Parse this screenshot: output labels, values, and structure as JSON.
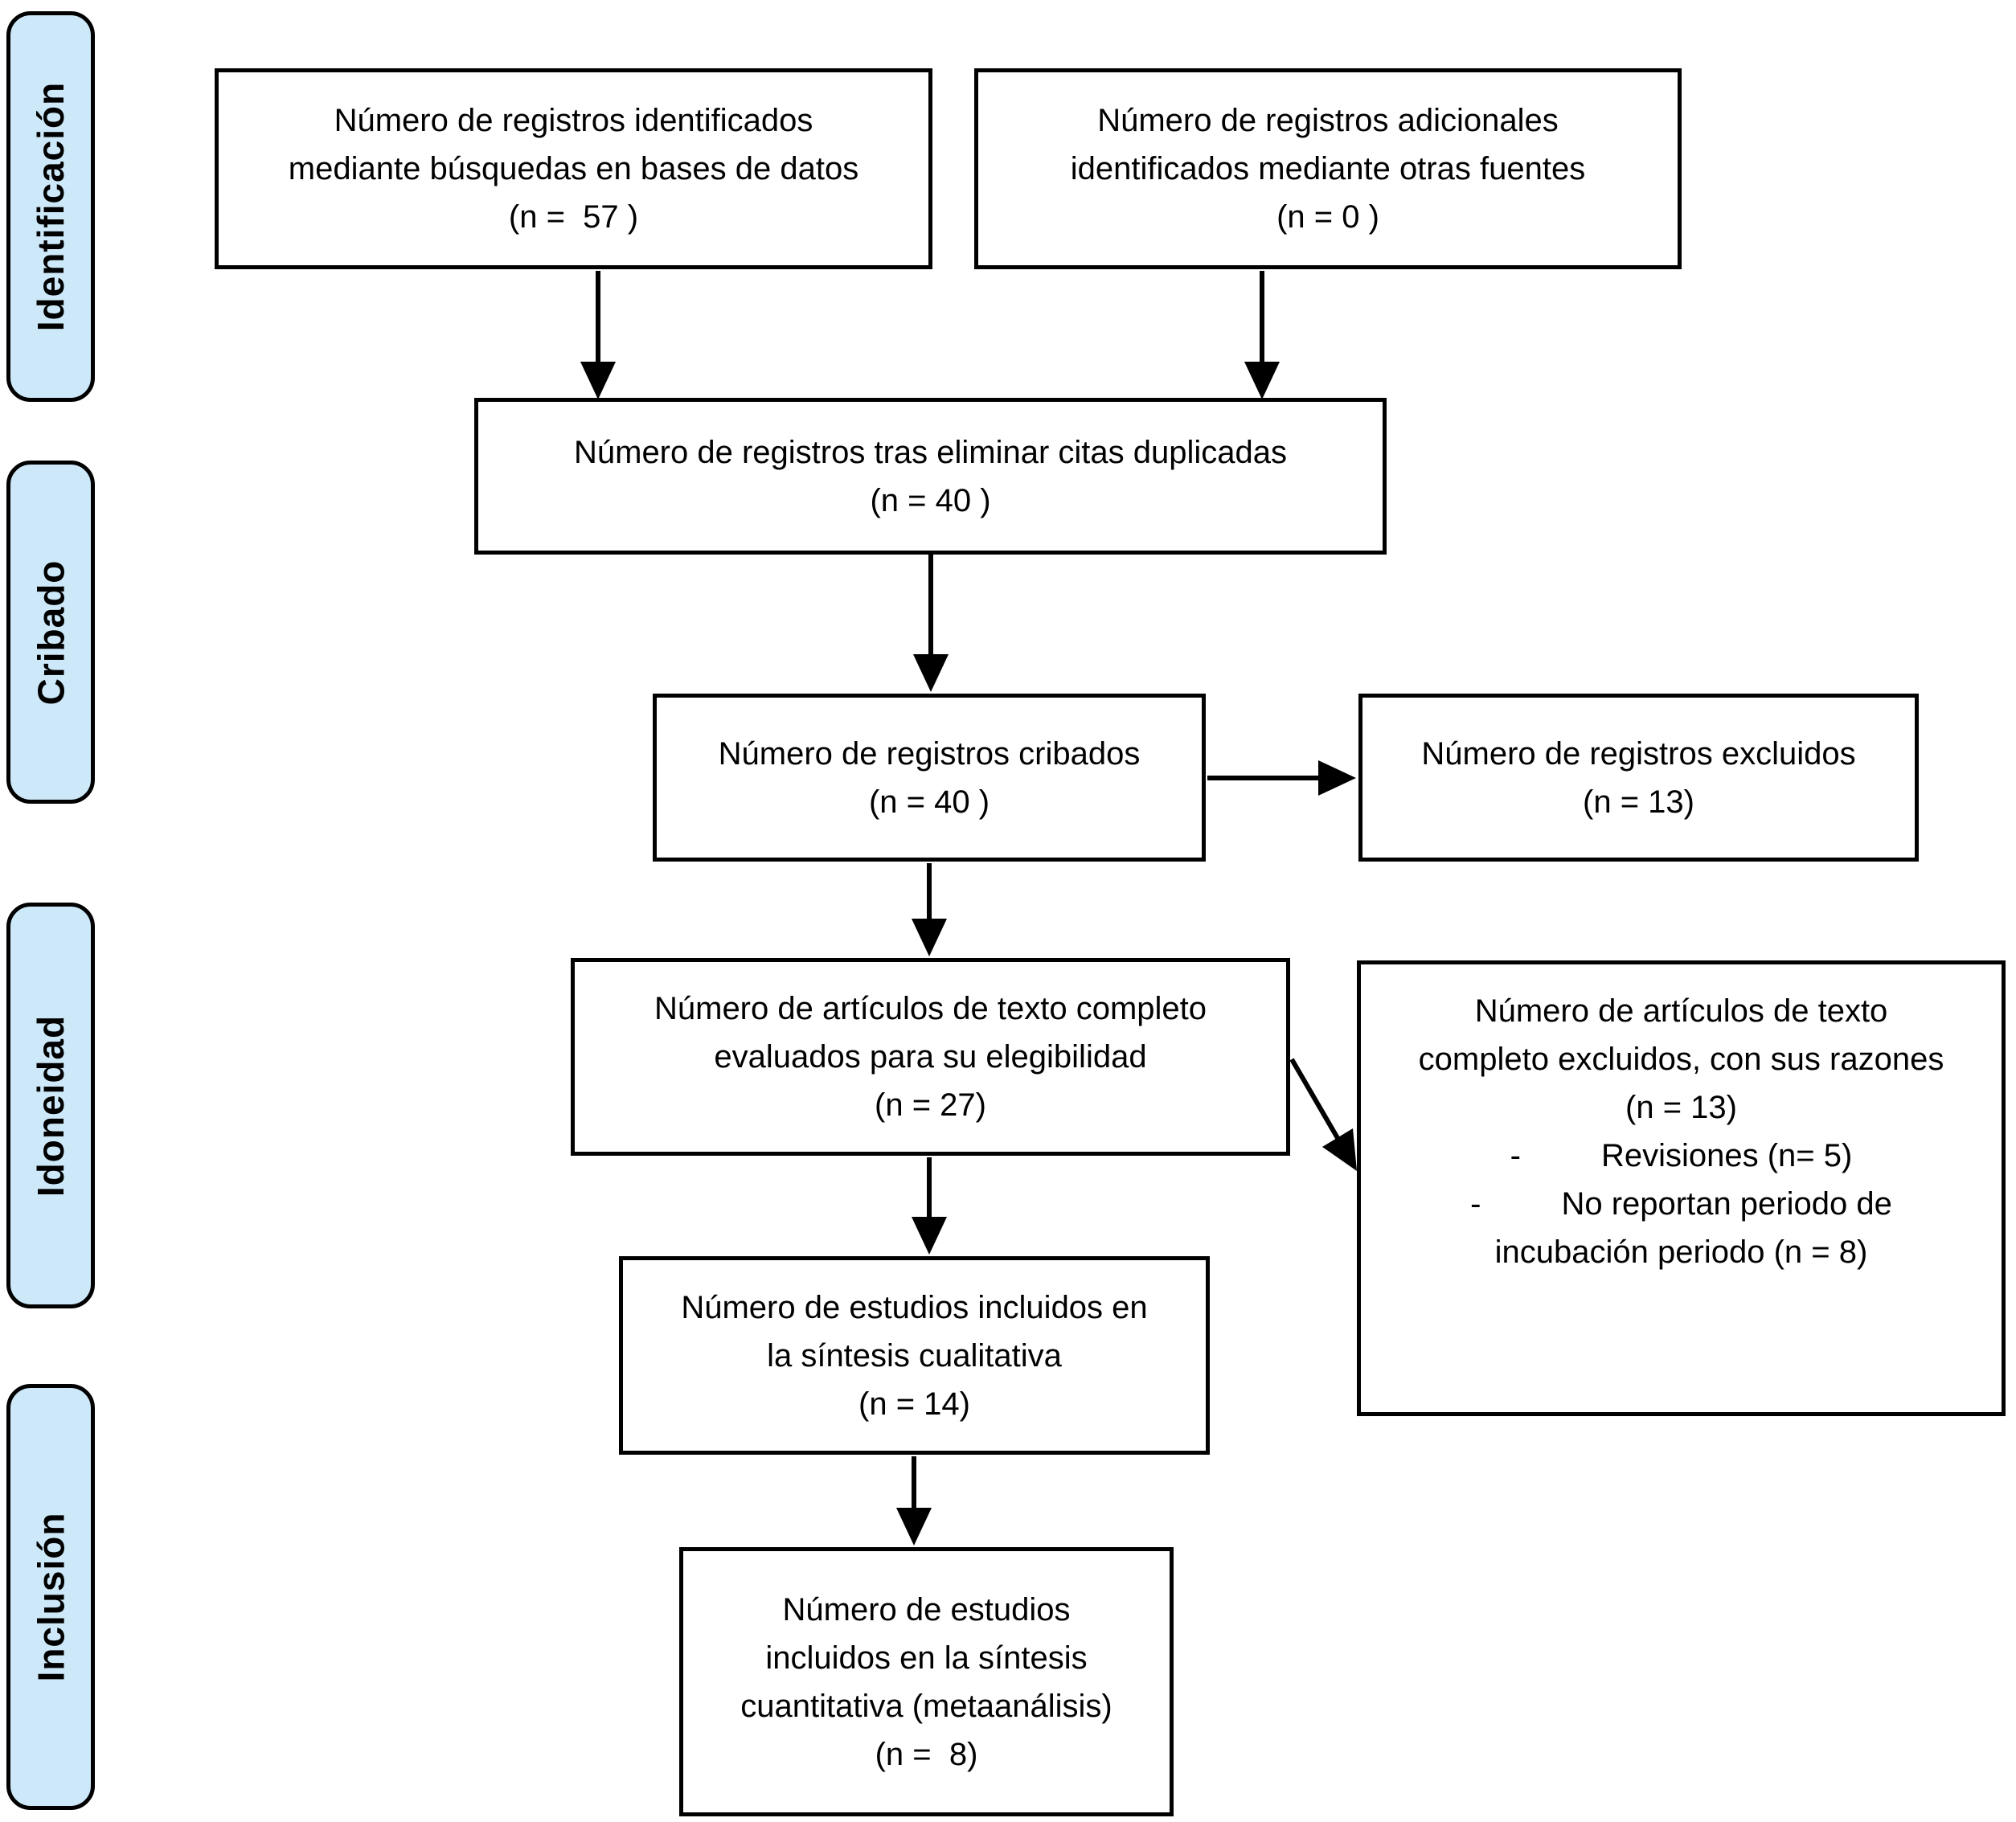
{
  "colors": {
    "tab_fill": "#cde9f9",
    "stroke": "#000000",
    "box_fill": "#ffffff"
  },
  "sidebar": {
    "stages": [
      {
        "label": "Identificación"
      },
      {
        "label": "Cribado"
      },
      {
        "label": "Idoneidad"
      },
      {
        "label": "Inclusión"
      }
    ]
  },
  "boxes": {
    "identified": {
      "lines": [
        "Número de registros identificados",
        "mediante búsquedas en bases de datos",
        "(n =  57 )"
      ]
    },
    "additional": {
      "lines": [
        "Número de registros adicionales",
        "identificados mediante otras fuentes",
        "(n = 0 )"
      ]
    },
    "deduplicated": {
      "lines": [
        "Número de registros tras eliminar citas duplicadas",
        "(n = 40 )"
      ]
    },
    "screened": {
      "lines": [
        "Número de registros cribados",
        "(n = 40 )"
      ]
    },
    "excluded": {
      "lines": [
        "Número de registros excluidos",
        "(n = 13)"
      ]
    },
    "fulltext": {
      "lines": [
        "Número de artículos de texto completo",
        "evaluados para su elegibilidad",
        "(n = 27)"
      ]
    },
    "fulltext_excluded": {
      "lines": [
        "Número de artículos de texto",
        "completo excluidos, con sus razones",
        "(n = 13)",
        "-         Revisiones (n= 5)",
        "-         No reportan periodo de",
        "incubación periodo (n = 8)"
      ]
    },
    "qualitative": {
      "lines": [
        "Número de estudios incluidos en",
        "la síntesis cualitativa",
        "(n = 14)"
      ]
    },
    "quantitative": {
      "lines": [
        "Número de estudios",
        "incluidos en la síntesis",
        "cuantitativa (metaanálisis)",
        "(n =  8)"
      ]
    }
  }
}
